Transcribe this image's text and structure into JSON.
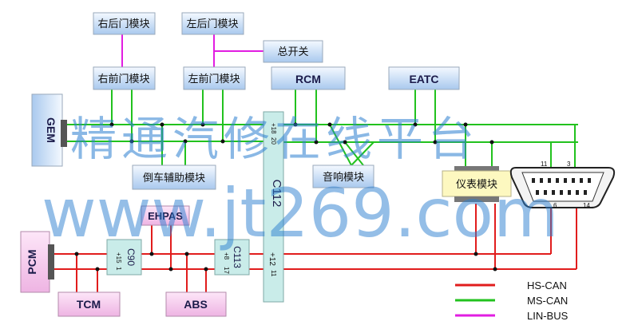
{
  "modules": {
    "right_rear_door": "右后门模块",
    "left_rear_door": "左后门模块",
    "master_switch": "总开关",
    "right_front_door": "右前门模块",
    "left_front_door": "左前门模块",
    "rcm": "RCM",
    "eatc": "EATC",
    "gem": "GEM",
    "reverse_aid": "倒车辅助模块",
    "audio": "音响模块",
    "cluster": "仪表模块",
    "pcm": "PCM",
    "tcm": "TCM",
    "ehpas": "EHPAS",
    "abs": "ABS",
    "c90": "C90",
    "c113": "C113",
    "c112": "C112"
  },
  "pins": {
    "c112_top": "+18",
    "c112_top2": "20",
    "c112_bottom": "+12",
    "c112_bottom2": "11",
    "c90_a": "+15",
    "c90_b": "1",
    "c113_a": "+8",
    "c113_b": "17",
    "dlc_11": "11",
    "dlc_3": "3",
    "dlc_6": "6",
    "dlc_14": "14"
  },
  "legend": {
    "hs_can": "HS-CAN",
    "ms_can": "MS-CAN",
    "lin_bus": "LIN-BUS"
  },
  "watermark": {
    "line1": "精通汽修在线平台",
    "line2": "www.jt269.com"
  },
  "colors": {
    "hs_can": "#e11d1d",
    "ms_can": "#22c21e",
    "lin_bus": "#e11de1",
    "box_blue_light": "#e8f2ff",
    "box_blue_dark": "#b9d4f2",
    "box_pink": "#f7c8ee",
    "box_teal": "#c9ece9",
    "box_yellow": "#fdf8c0"
  }
}
